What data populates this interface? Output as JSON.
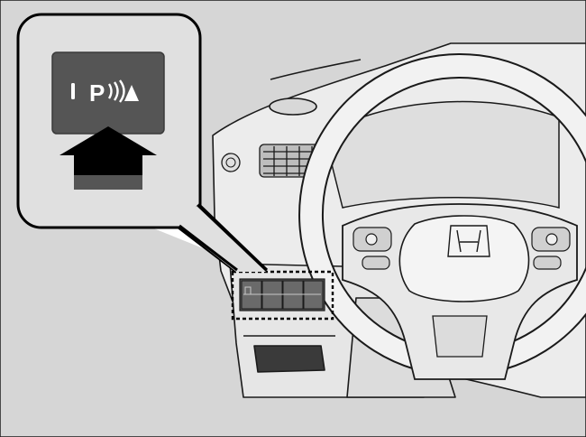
{
  "callout": {
    "button_symbol": "P",
    "indicator_symbol": "I"
  },
  "vehicle": {
    "brand_logo": "honda-h-logo"
  },
  "colors": {
    "background": "#d6d6d6",
    "line": "#1a1a1a",
    "button_face": "#555555",
    "arrow": "#000000",
    "highlight_frame": "#000000"
  },
  "icons": [
    "parking-sensor-icon",
    "press-arrow-icon",
    "steering-wheel",
    "air-vent"
  ]
}
